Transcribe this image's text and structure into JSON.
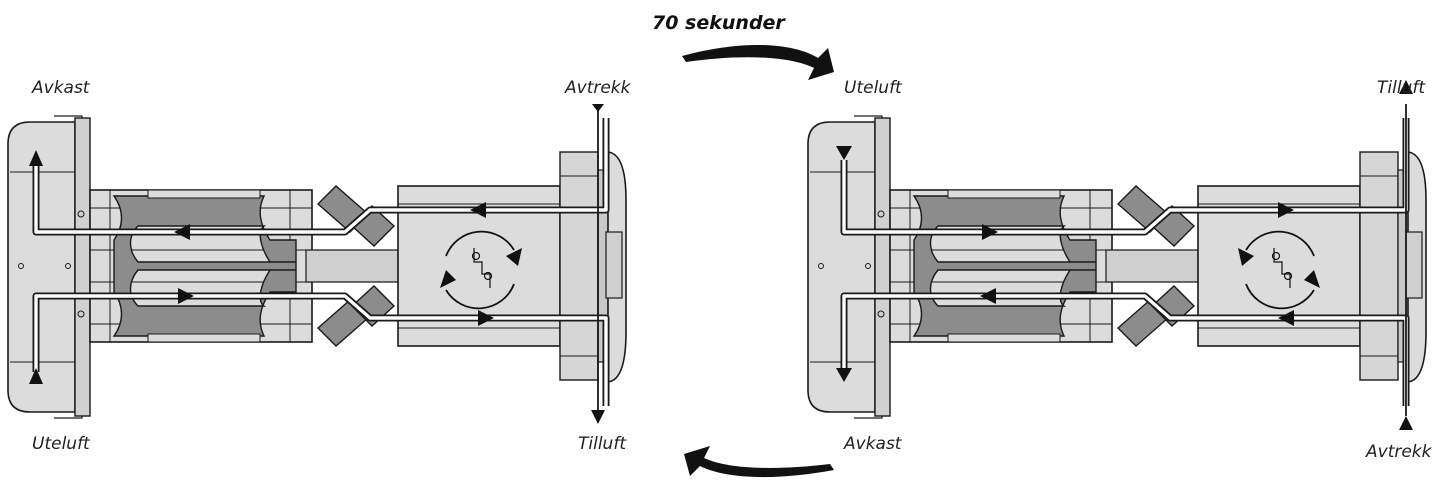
{
  "timer_label": "70 sekunder",
  "colors": {
    "housing": "#dcdcdc",
    "dark_cassette": "#8c8c8c",
    "outline": "#1a1a1a",
    "air_line": "#ffffff"
  },
  "left_unit": {
    "labels": {
      "top_left": "Avkast",
      "top_right": "Avtrekk",
      "bottom_left": "Uteluft",
      "bottom_right": "Tilluft"
    }
  },
  "right_unit": {
    "labels": {
      "top_left": "Uteluft",
      "top_right": "Tilluft",
      "bottom_left": "Avkast",
      "bottom_right": "Avtrekk"
    }
  }
}
